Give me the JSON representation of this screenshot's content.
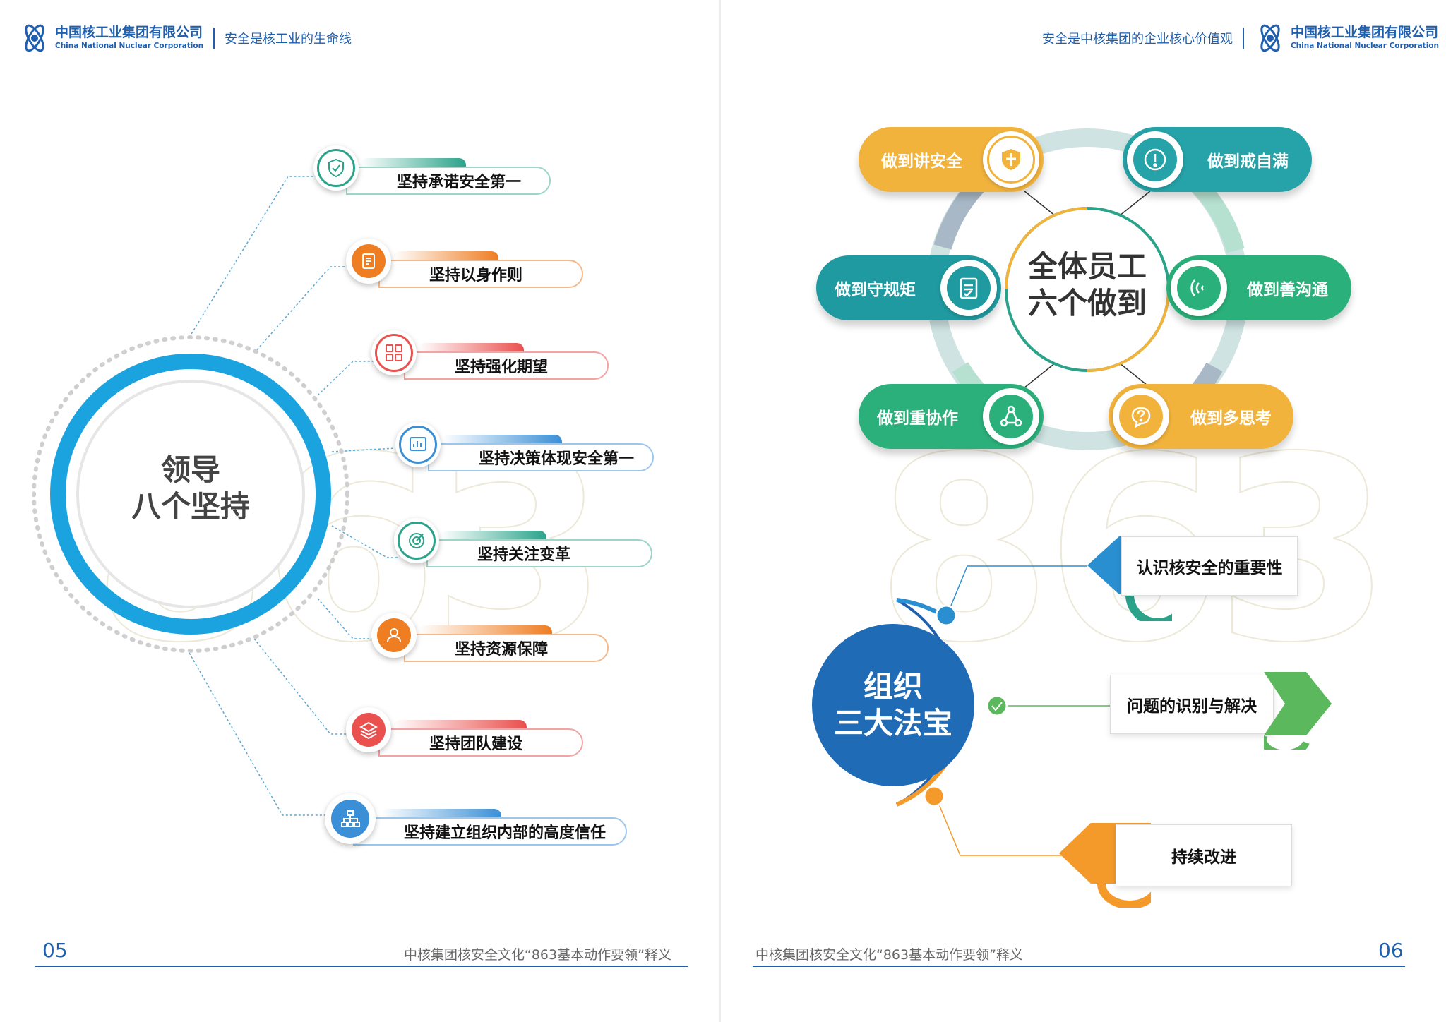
{
  "brand": {
    "name_zh": "中国核工业集团有限公司",
    "name_en": "China National Nuclear Corporation",
    "color": "#1f5fae"
  },
  "left_page": {
    "slogan": "安全是核工业的生命线",
    "center_title": [
      "领导",
      "八个坚持"
    ],
    "watermark": "863",
    "items": [
      {
        "label": "坚持承诺安全第一",
        "icon": "shield-icon",
        "color": "#2aa38a"
      },
      {
        "label": "坚持以身作则",
        "icon": "clipboard-icon",
        "color": "#ef7d22"
      },
      {
        "label": "坚持强化期望",
        "icon": "grid-icon",
        "color": "#e9504e"
      },
      {
        "label": "坚持决策体现安全第一",
        "icon": "chart-icon",
        "color": "#3a8fd6"
      },
      {
        "label": "坚持关注变革",
        "icon": "target-icon",
        "color": "#2aa38a"
      },
      {
        "label": "坚持资源保障",
        "icon": "people-icon",
        "color": "#ef7d22"
      },
      {
        "label": "坚持团队建设",
        "icon": "layers-icon",
        "color": "#e9504e"
      },
      {
        "label": "坚持建立组织内部的高度信任",
        "icon": "org-chart-icon",
        "color": "#3a8fd6"
      }
    ],
    "page_number": "05",
    "footer_text": "中核集团核安全文化“863基本动作要领”释义"
  },
  "right_page": {
    "slogan": "安全是中核集团的企业核心价值观",
    "center_title": [
      "全体员工",
      "六个做到"
    ],
    "watermark": "863",
    "six": [
      {
        "label": "做到讲安全",
        "icon": "shield-icon",
        "color": "#f2b33d"
      },
      {
        "label": "做到戒自满",
        "icon": "alert-icon",
        "color": "#26a3a8"
      },
      {
        "label": "做到守规矩",
        "icon": "checklist-icon",
        "color": "#1f9aa0"
      },
      {
        "label": "做到善沟通",
        "icon": "signal-icon",
        "color": "#2ab07a"
      },
      {
        "label": "做到重协作",
        "icon": "network-icon",
        "color": "#2bb07b"
      },
      {
        "label": "做到多思考",
        "icon": "question-icon",
        "color": "#f2b33d"
      }
    ],
    "org_title": [
      "组织",
      "三大法宝"
    ],
    "three": [
      {
        "label": "认识核安全的重要性",
        "icon": "grid-icon",
        "color": "#2a8fd0"
      },
      {
        "label": "问题的识别与解决",
        "icon": "check-icon",
        "color": "#5cb85c"
      },
      {
        "label": "持续改进",
        "icon": "refresh-icon",
        "color": "#f39a2b"
      }
    ],
    "page_number": "06",
    "footer_text": "中核集团核安全文化“863基本动作要领”释义"
  }
}
